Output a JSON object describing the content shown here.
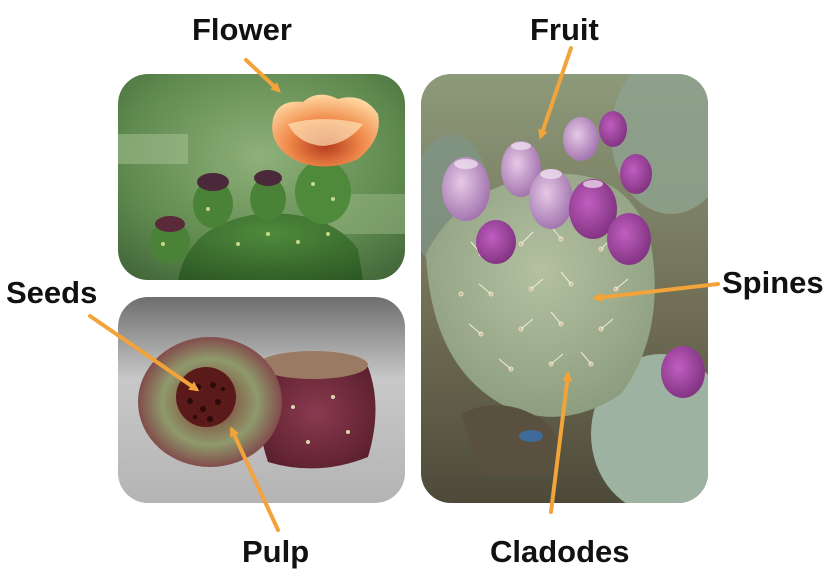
{
  "labels": {
    "flower": "Flower",
    "fruit": "Fruit",
    "seeds": "Seeds",
    "spines": "Spines",
    "pulp": "Pulp",
    "cladodes": "Cladodes"
  },
  "colors": {
    "arrow": "#f2a33a",
    "label_text": "#111111",
    "background": "#ffffff"
  }
}
